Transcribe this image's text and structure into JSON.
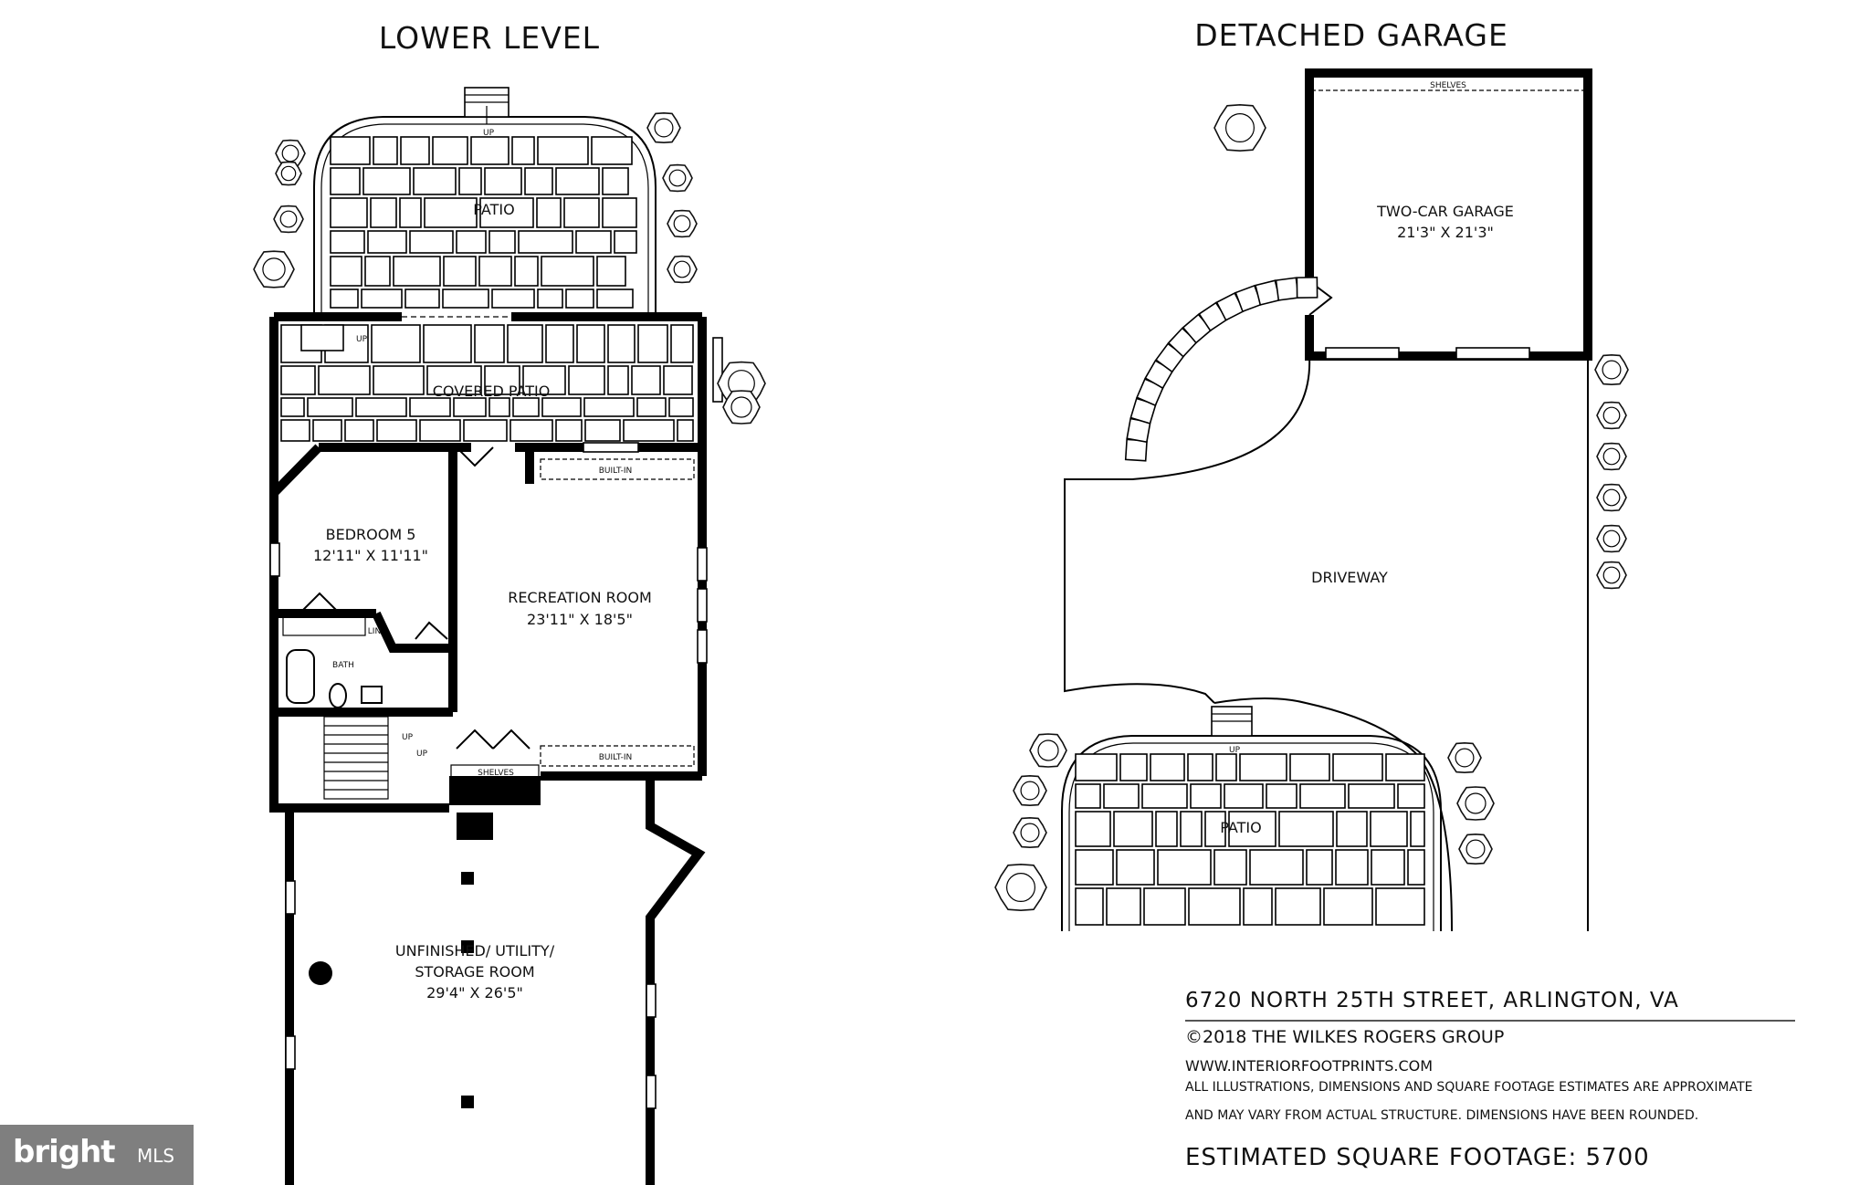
{
  "lower_level": {
    "title": "LOWER LEVEL",
    "patio": "PATIO",
    "covered_patio": "COVERED PATIO",
    "bedroom_name": "BEDROOM 5",
    "bedroom_dims": "12'11\" X 11'11\"",
    "recreation_name": "RECREATION ROOM",
    "recreation_dims": "23'11\" X 18'5\"",
    "bath": "BATH",
    "linen": "LIN",
    "builtin_top": "BUILT-IN",
    "builtin_bottom": "BUILT-IN",
    "shelves": "SHELVES",
    "utility_line1": "UNFINISHED/ UTILITY/",
    "utility_line2": "STORAGE ROOM",
    "utility_dims": "29'4\" X 26'5\"",
    "up": "UP"
  },
  "garage": {
    "title": "DETACHED GARAGE",
    "shelves": "SHELVES",
    "garage_name": "TWO-CAR GARAGE",
    "garage_dims": "21'3\" X 21'3\"",
    "driveway": "DRIVEWAY",
    "patio": "PATIO",
    "up": "UP"
  },
  "info": {
    "address": "6720 NORTH 25TH STREET, ARLINGTON, VA",
    "copyright": "©2018 THE WILKES ROGERS GROUP",
    "website": "WWW.INTERIORFOOTPRINTS.COM",
    "disclaimer_line1": "ALL ILLUSTRATIONS, DIMENSIONS AND SQUARE FOOTAGE ESTIMATES ARE APPROXIMATE",
    "disclaimer_line2": "AND MAY VARY FROM ACTUAL STRUCTURE. DIMENSIONS HAVE BEEN ROUNDED.",
    "square_footage": "ESTIMATED SQUARE FOOTAGE: 5700"
  },
  "watermark": {
    "brand": "bright",
    "suffix": "MLS"
  }
}
